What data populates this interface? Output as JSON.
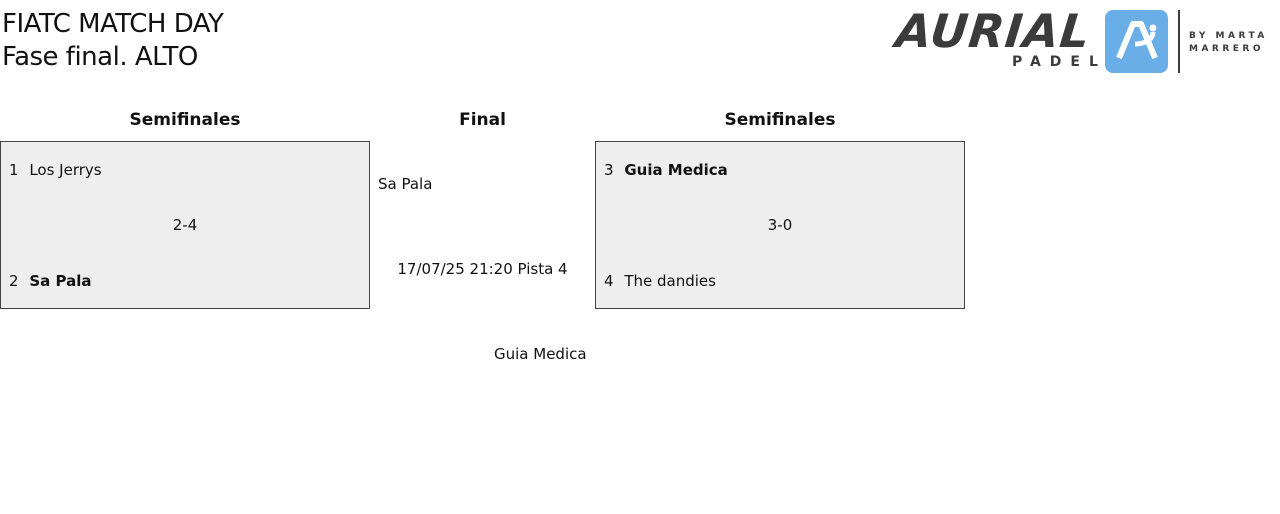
{
  "header": {
    "title_line1": "FIATC MATCH DAY",
    "title_line2": "Fase final. ALTO"
  },
  "logo": {
    "word": "AURIAL",
    "sub": "PADEL",
    "by": "BY MARTA",
    "by2": "MARRERO",
    "accent": "#6aaee8"
  },
  "columns": {
    "left": "Semifinales",
    "final": "Final",
    "right": "Semifinales"
  },
  "semifinal_left": {
    "team1": {
      "seed": "1",
      "name": "Los Jerrys"
    },
    "team2": {
      "seed": "2",
      "name": "Sa Pala"
    },
    "score": "2-4",
    "winner": "team2"
  },
  "semifinal_right": {
    "team1": {
      "seed": "3",
      "name": "Guia Medica"
    },
    "team2": {
      "seed": "4",
      "name": "The dandies"
    },
    "score": "3-0",
    "winner": "team1"
  },
  "final": {
    "team_top": "Sa Pala",
    "schedule": "17/07/25 21:20 Pista 4",
    "team_bottom": "Guia Medica"
  }
}
